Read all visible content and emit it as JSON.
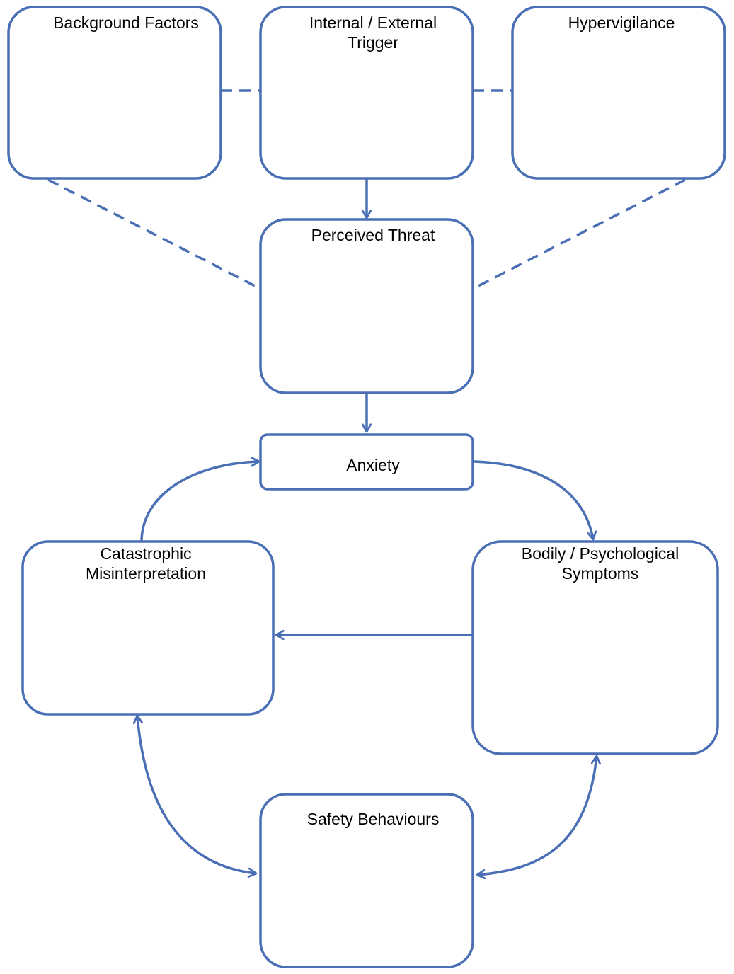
{
  "diagram": {
    "nodes": {
      "background_factors": "Background Factors",
      "trigger_line1": "Internal / External",
      "trigger_line2": "Trigger",
      "hypervigilance": "Hypervigilance",
      "perceived_threat": "Perceived Threat",
      "anxiety": "Anxiety",
      "catastrophic_line1": "Catastrophic",
      "catastrophic_line2": "Misinterpretation",
      "bodily_line1": "Bodily / Psychological",
      "bodily_line2": "Symptoms",
      "safety_behaviours": "Safety Behaviours"
    },
    "colors": {
      "stroke": "#4a6fb5",
      "background": "#ffffff",
      "text": "#000000"
    }
  }
}
